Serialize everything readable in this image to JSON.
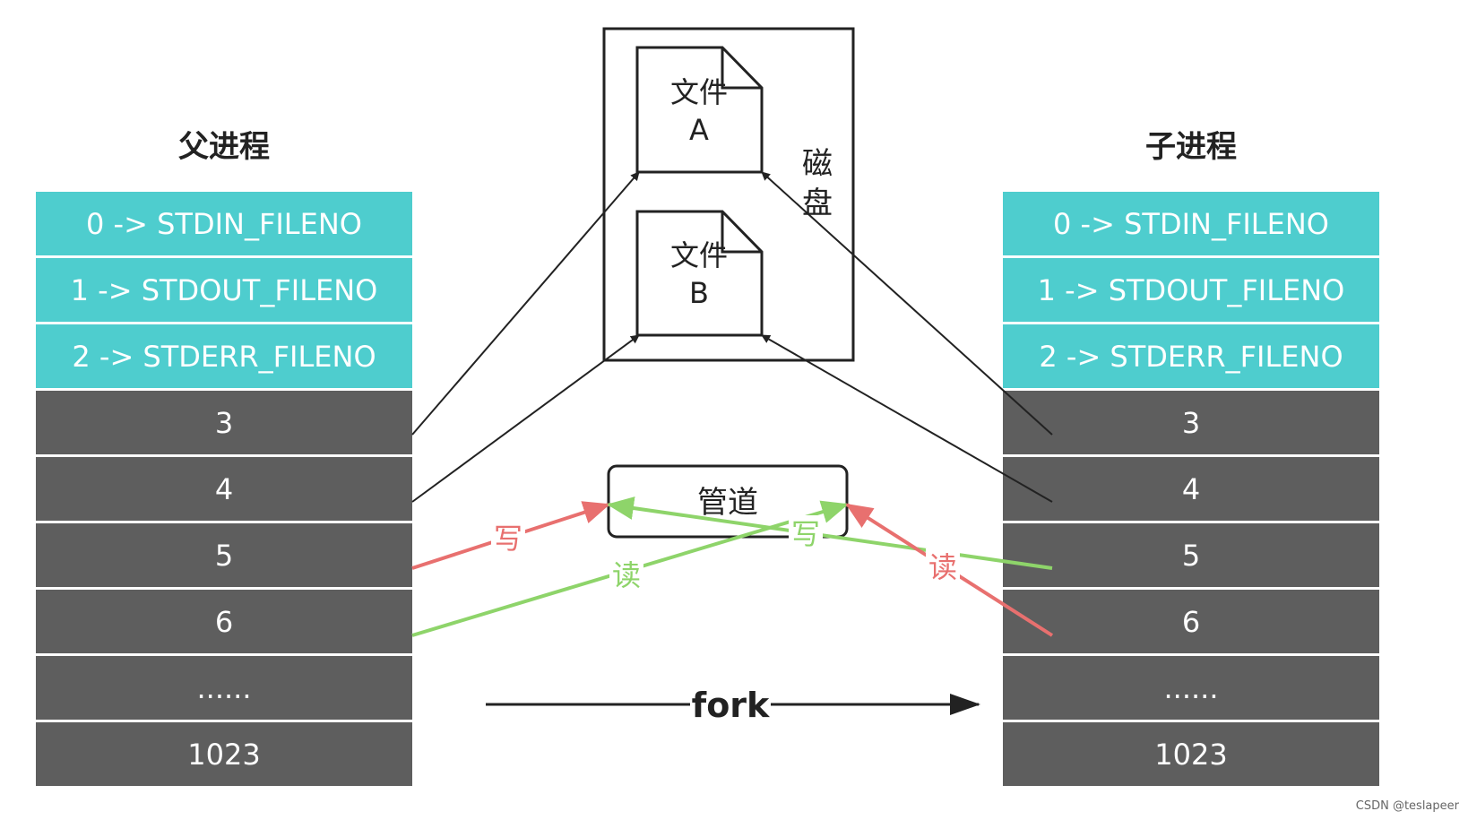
{
  "parent": {
    "title": "父进程",
    "rows": [
      "0 -> STDIN_FILENO",
      "1 -> STDOUT_FILENO",
      "2 -> STDERR_FILENO",
      "3",
      "4",
      "5",
      "6",
      "......",
      "1023"
    ]
  },
  "child": {
    "title": "子进程",
    "rows": [
      "0 -> STDIN_FILENO",
      "1 -> STDOUT_FILENO",
      "2 -> STDERR_FILENO",
      "3",
      "4",
      "5",
      "6",
      "......",
      "1023"
    ]
  },
  "disk": {
    "label_line1": "磁",
    "label_line2": "盘",
    "file_a_line1": "文件",
    "file_a_line2": "A",
    "file_b_line1": "文件",
    "file_b_line2": "B"
  },
  "pipe": {
    "label": "管道"
  },
  "edges": {
    "write_left": "写",
    "read_left": "读",
    "write_right": "写",
    "read_right": "读"
  },
  "fork": {
    "label": "fork"
  },
  "watermark": "CSDN @teslapeer",
  "colors": {
    "std_row": "#4ecdce",
    "user_row": "#5e5e5e",
    "write": "#e8706f",
    "read": "#8ed46a"
  }
}
